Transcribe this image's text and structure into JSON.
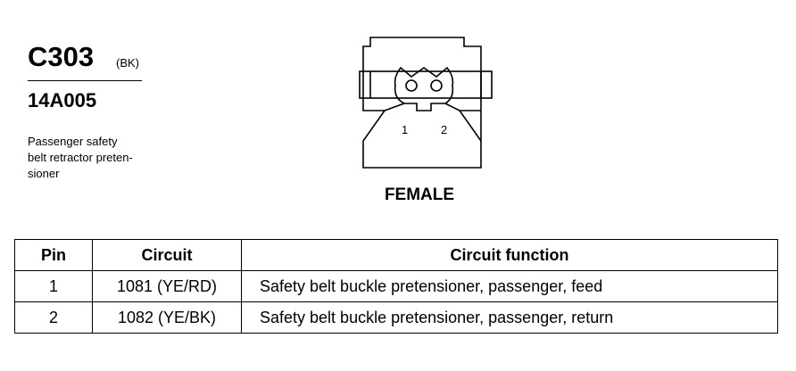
{
  "connector": {
    "id": "C303",
    "color": "(BK)",
    "part_number": "14A005",
    "description_lines": [
      "Passenger safety",
      "belt retractor preten-",
      "sioner"
    ]
  },
  "diagram": {
    "pin_labels": [
      "1",
      "2"
    ],
    "gender": "FEMALE"
  },
  "table": {
    "headers": [
      "Pin",
      "Circuit",
      "Circuit function"
    ],
    "rows": [
      {
        "pin": "1",
        "circuit": "1081 (YE/RD)",
        "function": "Safety belt buckle pretensioner, passenger, feed"
      },
      {
        "pin": "2",
        "circuit": "1082 (YE/BK)",
        "function": "Safety belt buckle pretensioner, passenger, return"
      }
    ]
  }
}
